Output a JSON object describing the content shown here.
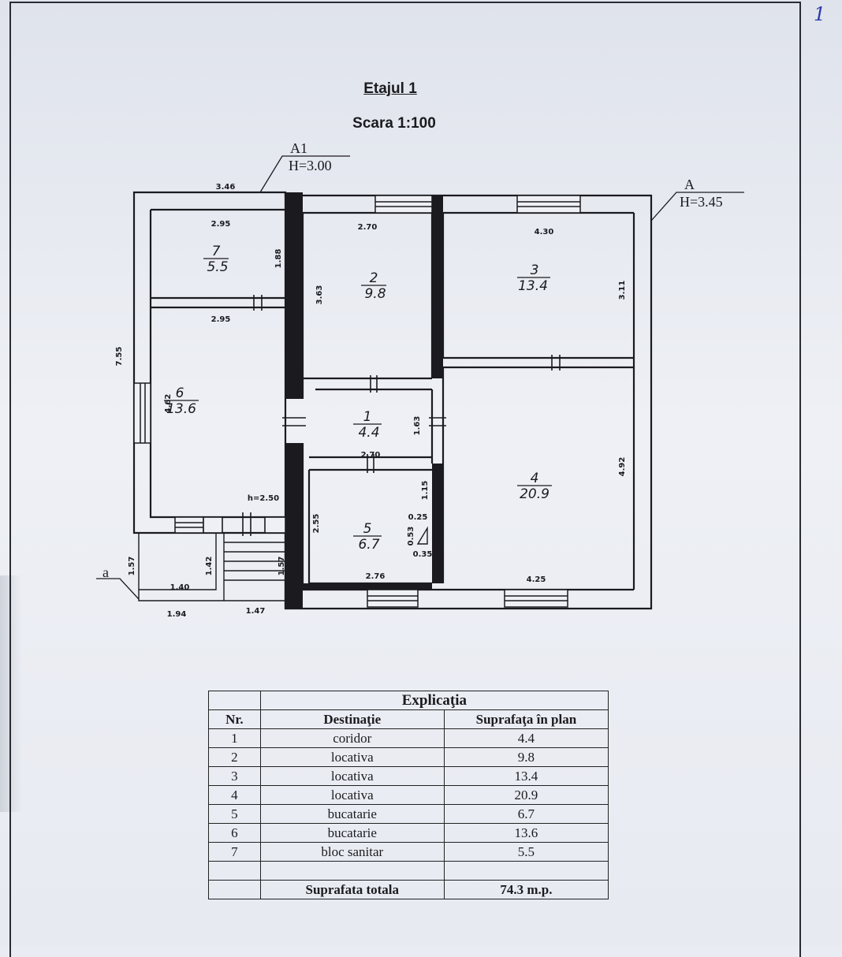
{
  "page_number": "1",
  "header": {
    "title": "Etajul 1",
    "scale": "Scara 1:100"
  },
  "plan": {
    "section_a1": {
      "mark": "A1",
      "height": "H=3.00"
    },
    "section_a": {
      "mark": "A",
      "height": "H=3.45"
    },
    "section_small_a": {
      "mark": "a"
    },
    "rooms": [
      {
        "nr": "1",
        "area": "4.4"
      },
      {
        "nr": "2",
        "area": "9.8"
      },
      {
        "nr": "3",
        "area": "13.4"
      },
      {
        "nr": "4",
        "area": "20.9"
      },
      {
        "nr": "5",
        "area": "6.7"
      },
      {
        "nr": "6",
        "area": "13.6"
      },
      {
        "nr": "7",
        "area": "5.5"
      }
    ],
    "dimensions": {
      "top_left": "3.46",
      "r7_width": "2.95",
      "r7_depth": "1.88",
      "r6_width": "2.95",
      "overall_depth": "7.55",
      "r6_depth": "4.62",
      "r2_width": "2.70",
      "r2_depth": "3.63",
      "r3_width": "4.30",
      "r3_depth": "3.11",
      "r1_depth": "1.63",
      "r1_width": "2.70",
      "r4_depth": "4.92",
      "r5_niche_depth": "1.15",
      "r5_niche_a": "0.25",
      "r5_niche_b": "0.53",
      "r5_niche_c": "0.35",
      "r5_depth": "2.55",
      "porch_height": "h=2.50",
      "porch_depth": "1.57",
      "step_depth": "1.42",
      "stair_depth": "1.57",
      "porch_inner_width": "1.40",
      "porch_width": "1.94",
      "stair_width": "1.47",
      "r5_width": "2.76",
      "r4_width": "4.25"
    }
  },
  "legend": {
    "caption": "Explicaţia",
    "columns": [
      "Nr.",
      "Destinaţie",
      "Suprafaţa în plan"
    ],
    "rows": [
      {
        "nr": "1",
        "destination": "coridor",
        "area": "4.4"
      },
      {
        "nr": "2",
        "destination": "locativa",
        "area": "9.8"
      },
      {
        "nr": "3",
        "destination": "locativa",
        "area": "13.4"
      },
      {
        "nr": "4",
        "destination": "locativa",
        "area": "20.9"
      },
      {
        "nr": "5",
        "destination": "bucatarie",
        "area": "6.7"
      },
      {
        "nr": "6",
        "destination": "bucatarie",
        "area": "13.6"
      },
      {
        "nr": "7",
        "destination": "bloc sanitar",
        "area": "5.5"
      }
    ],
    "total_label": "Suprafata totala",
    "total_value": "74.3 m.p."
  }
}
